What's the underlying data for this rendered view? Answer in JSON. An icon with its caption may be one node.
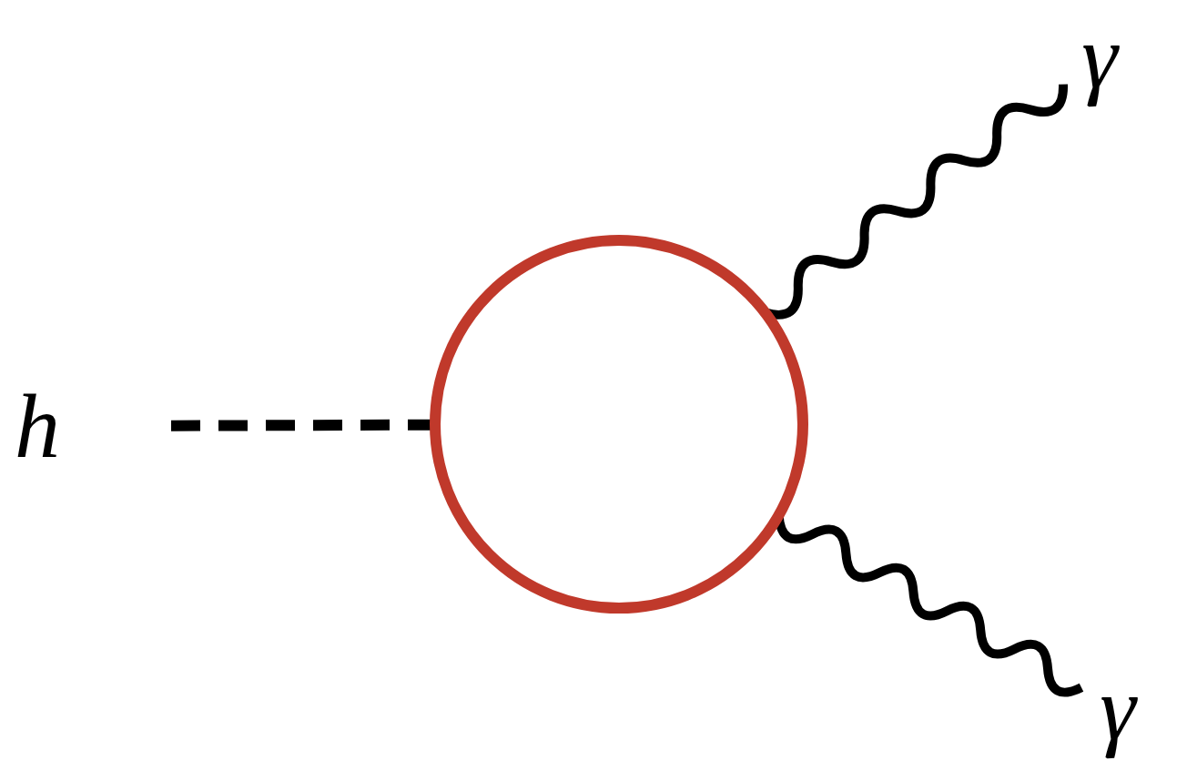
{
  "diagram": {
    "nodes": [
      {
        "text": [
          "h"
        ]
      },
      {
        "text": [],
        "shape": "circle"
      },
      {
        "text": [
          "γ"
        ]
      },
      {
        "text": [
          "γ"
        ]
      }
    ],
    "edges": [
      {
        "from": 0,
        "to": 1,
        "arrow": "none",
        "style": "dashed"
      },
      {
        "from": 1,
        "to": 2,
        "arrow": "none"
      },
      {
        "from": 1,
        "to": 3,
        "arrow": "none"
      }
    ]
  }
}
